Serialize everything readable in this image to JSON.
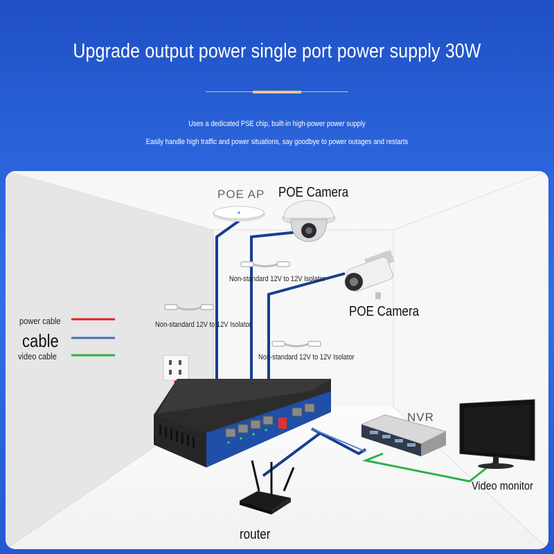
{
  "header": {
    "title": "Upgrade output power single port power supply 30W",
    "subtitle_1": "Uses a dedicated PSE chip, built-in high-power power supply",
    "subtitle_2": "Easily handle high traffic and power situations, say goodbye to power outages and restarts"
  },
  "diagram": {
    "labels": {
      "poe_ap": "POE AP",
      "poe_camera_top": "POE Camera",
      "poe_camera_right": "POE Camera",
      "isolator_1": "Non-standard 12V to 12V Isolator",
      "isolator_2": "Non-standard 12V to 12V Isolator",
      "isolator_3": "Non-standard 12V to 12V Isolator",
      "nvr": "NVR",
      "video_monitor": "Video monitor",
      "router": "router"
    },
    "legend": {
      "power_cable": "power cable",
      "cable": "cable",
      "video_cable": "video cable",
      "power_color": "#e02020",
      "cable_color": "#4a6fb5",
      "video_color": "#2fb04a"
    },
    "icons": [
      "ceiling-ap-icon",
      "dome-camera-icon",
      "bullet-camera-icon",
      "poe-switch-icon",
      "wall-socket-icon",
      "nvr-icon",
      "monitor-icon",
      "router-icon",
      "isolator-icon"
    ]
  }
}
